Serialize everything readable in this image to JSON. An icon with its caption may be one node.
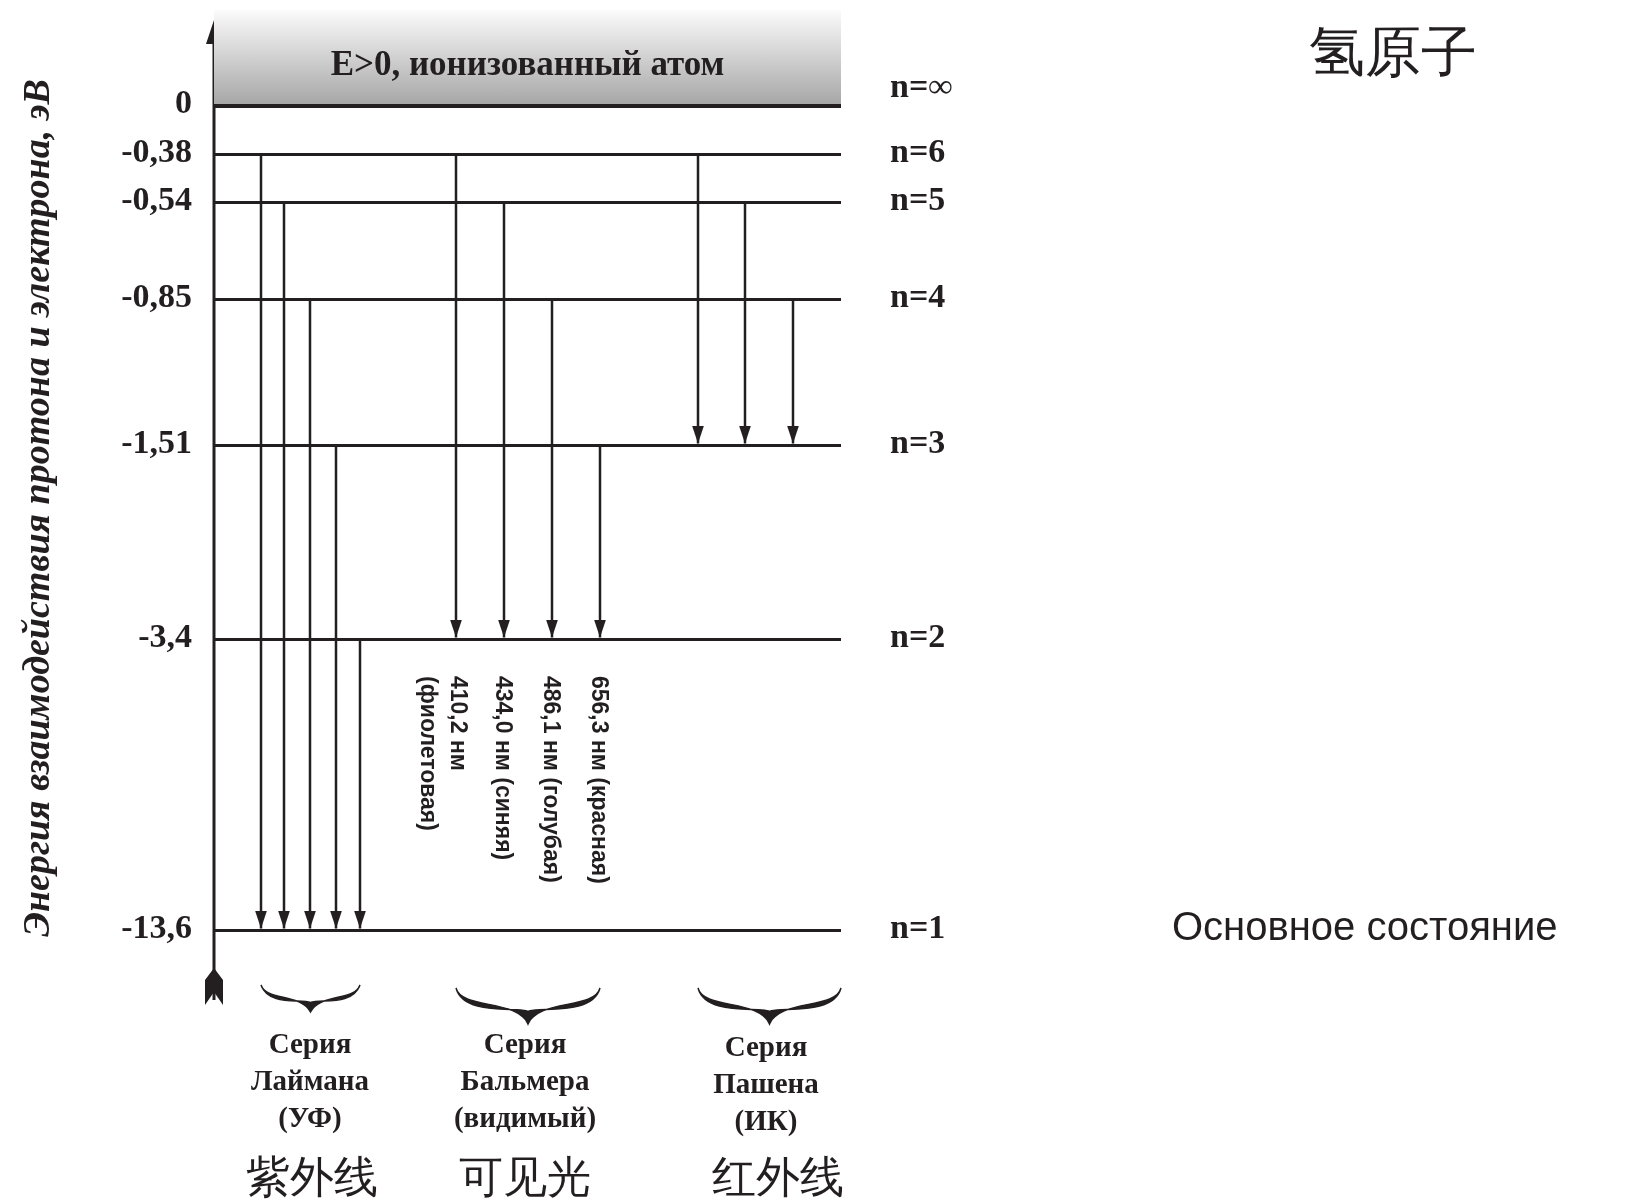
{
  "diagram": {
    "title": "氢原子",
    "nodes": [
      {
        "text": [
          "E>0, ионизованный атом"
        ]
      },
      {
        "text": [
          "n=∞"
        ],
        "beside": [
          "0"
        ]
      },
      {
        "text": [
          "n=6"
        ],
        "beside": [
          "-0,38"
        ]
      },
      {
        "text": [
          "n=5"
        ],
        "beside": [
          "-0,54"
        ]
      },
      {
        "text": [
          "n=4"
        ],
        "beside": [
          "-0,85"
        ]
      },
      {
        "text": [
          "n=3"
        ],
        "beside": [
          "-1,51"
        ]
      },
      {
        "text": [
          "n=2"
        ],
        "beside": [
          "-3,4"
        ]
      },
      {
        "text": [
          "n=1"
        ],
        "beside": [
          "-13,6"
        ]
      }
    ],
    "edges": [
      {
        "from": 2,
        "to": 7,
        "arrow": "to"
      },
      {
        "from": 3,
        "to": 7,
        "arrow": "to"
      },
      {
        "from": 4,
        "to": 7,
        "arrow": "to"
      },
      {
        "from": 5,
        "to": 7,
        "arrow": "to"
      },
      {
        "from": 6,
        "to": 7,
        "arrow": "to"
      },
      {
        "from": 2,
        "to": 6,
        "arrow": "to",
        "label": "410,2 нм (фиолетовая)"
      },
      {
        "from": 3,
        "to": 6,
        "arrow": "to",
        "label": "434,0 нм (синяя)"
      },
      {
        "from": 4,
        "to": 6,
        "arrow": "to",
        "label": "486,1 нм (голубая)"
      },
      {
        "from": 5,
        "to": 6,
        "arrow": "to",
        "label": "656,3 нм (красная)"
      },
      {
        "from": 2,
        "to": 5,
        "arrow": "to"
      },
      {
        "from": 3,
        "to": 5,
        "arrow": "to"
      },
      {
        "from": 4,
        "to": 5,
        "arrow": "to"
      }
    ],
    "labels": [
      "Энергия взаимодействия протона и электрона, эВ",
      "Серия Лаймана (УФ)",
      "Серия Бальмера (видимый)",
      "Серия Пашена (ИК)",
      "紫外线",
      "可见光",
      "红外线",
      "Основное состояние"
    ]
  }
}
